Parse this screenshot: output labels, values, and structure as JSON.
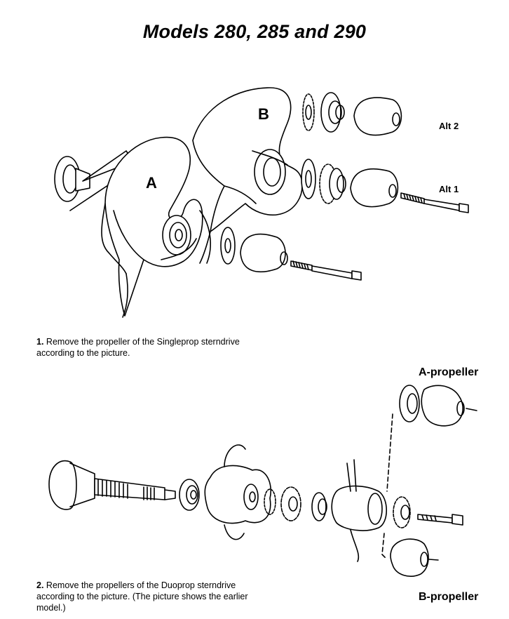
{
  "title": "Models 280, 285 and 290",
  "figure1": {
    "label_a": "A",
    "label_b": "B",
    "alt_2": "Alt 2",
    "alt_1": "Alt 1"
  },
  "step1": {
    "number": "1.",
    "line1": "Remove the propeller of the Singleprop sterndrive",
    "line2": "according to the picture."
  },
  "figure2": {
    "a_propeller": "A-propeller",
    "b_propeller": "B-propeller"
  },
  "step2": {
    "number": "2.",
    "line1": "Remove the propellers of the Duoprop sterndrive",
    "line2": "according to the picture. (The picture shows the earlier",
    "line3": "model.)"
  }
}
